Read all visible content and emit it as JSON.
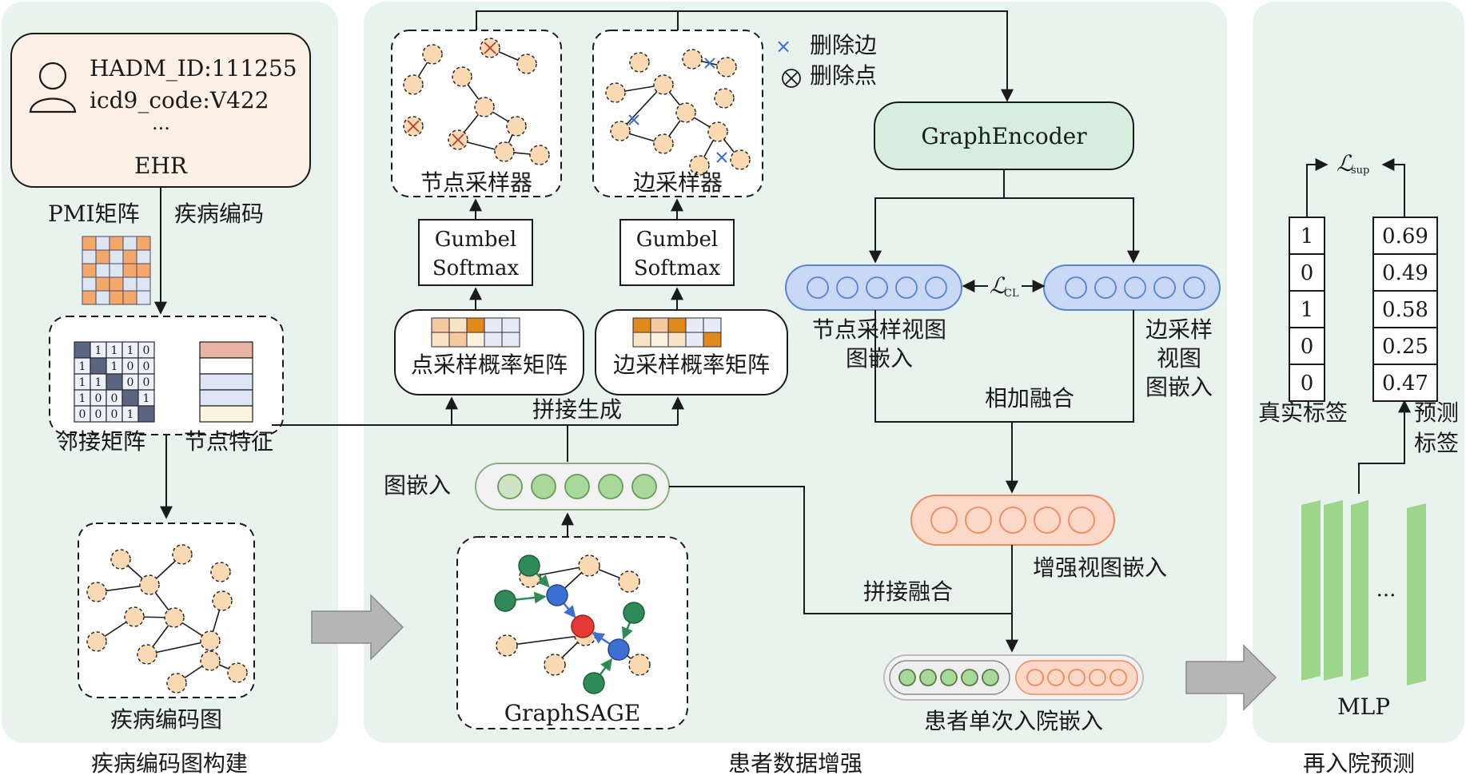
{
  "panels": {
    "left_title": "疾病编码图构建",
    "middle_title": "患者数据增强",
    "right_title": "再入院预测"
  },
  "ehr": {
    "line1": "HADM_ID:111255",
    "line2": "icd9_code:V422",
    "line3": "...",
    "label": "EHR"
  },
  "labels": {
    "pmi": "PMI矩阵",
    "disease_code": "疾病编码",
    "adjacency": "邻接矩阵",
    "node_feature": "节点特征",
    "disease_graph": "疾病编码图",
    "node_sampler": "节点采样器",
    "edge_sampler": "边采样器",
    "gumbel1_line1": "Gumbel",
    "gumbel1_line2": "Softmax",
    "gumbel2_line1": "Gumbel",
    "gumbel2_line2": "Softmax",
    "node_prob": "点采样概率矩阵",
    "edge_prob": "边采样概率矩阵",
    "concat_gen": "拼接生成",
    "graph_embed": "图嵌入",
    "graphsage": "GraphSAGE",
    "legend_edge": "删除边",
    "legend_node": "删除点",
    "encoder": "GraphEncoder",
    "loss_cl_main": "ℒ",
    "loss_cl_sub": "CL",
    "node_view_l1": "节点采样视图",
    "node_view_l2": "图嵌入",
    "edge_view_l1": "边采样",
    "edge_view_l2": "视图",
    "edge_view_l3": "图嵌入",
    "add_fuse": "相加融合",
    "aug_embed": "增强视图嵌入",
    "concat_fuse": "拼接融合",
    "patient_embed": "患者单次入院嵌入",
    "true_label": "真实标签",
    "pred_label_l1": "预测",
    "pred_label_l2": "标签",
    "mlp": "MLP",
    "mlp_dots": "...",
    "loss_sup_main": "ℒ",
    "loss_sup_sub": "sup"
  },
  "adjacency_matrix": [
    [
      "",
      "1",
      "1",
      "1",
      "0"
    ],
    [
      "1",
      "",
      "1",
      "0",
      "0"
    ],
    [
      "1",
      "1",
      "",
      "0",
      "0"
    ],
    [
      "1",
      "0",
      "0",
      "",
      "1"
    ],
    [
      "0",
      "0",
      "0",
      "1",
      ""
    ]
  ],
  "true_labels": [
    "1",
    "0",
    "1",
    "0",
    "0"
  ],
  "predicted_labels": [
    "0.69",
    "0.49",
    "0.58",
    "0.25",
    "0.47"
  ],
  "colors": {
    "panel_bg": "#e9f3ee",
    "ehr_bg": "#fdf1e7",
    "node_fill": "#fbd9b3",
    "encoder_fill": "#d6eedd",
    "view_embed_fill": "#c9d8f5",
    "view_embed_stroke": "#5b82d6",
    "aug_embed_fill": "#fcd8c8",
    "aug_embed_stroke": "#f08a5d",
    "green_embed": "#a9d99a",
    "mlp_green": "#9dd68a",
    "arrow_gray": "#b5b5b5",
    "gsage_green": "#2e8b57",
    "gsage_blue": "#3b6fd1",
    "gsage_red": "#e53935"
  }
}
